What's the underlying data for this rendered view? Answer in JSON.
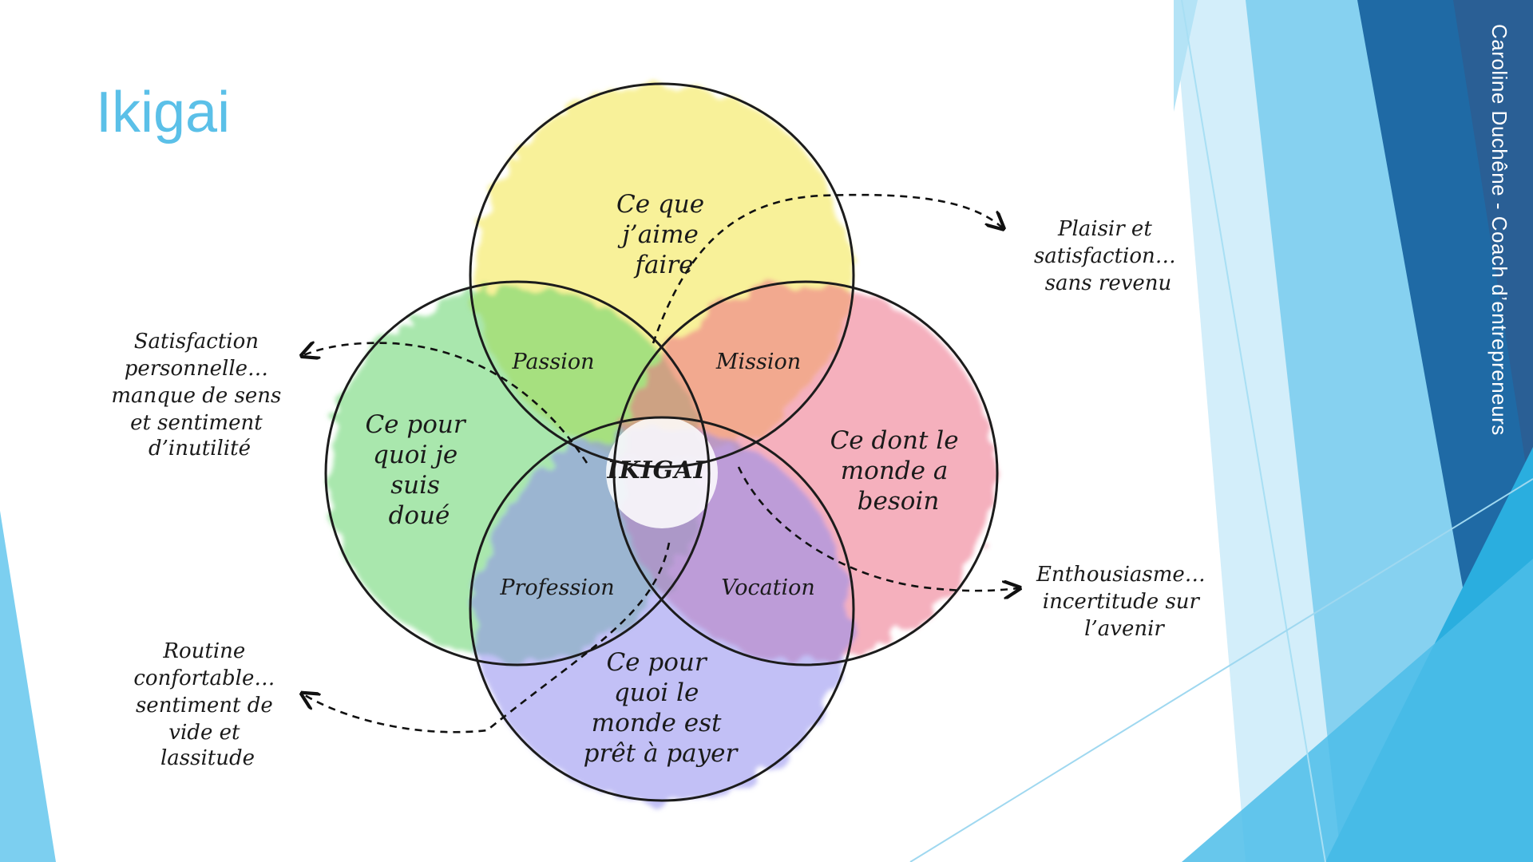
{
  "slide": {
    "title": "Ikigai",
    "author": "Caroline Duchêne - Coach d’entrepreneurs"
  },
  "colors": {
    "title": "#5bc0e8",
    "yellow": "#f4e857",
    "green": "#63d36a",
    "red": "#ec6f86",
    "blue": "#8f8cee",
    "accent_dark": "#1e6aa3",
    "accent_light": "#7ed1f0"
  },
  "diagram": {
    "circles": {
      "top": [
        "Ce que",
        "j’aime",
        "faire"
      ],
      "left": [
        "Ce pour",
        "quoi je",
        "suis",
        "doué"
      ],
      "right": [
        "Ce dont le",
        "monde a",
        "besoin"
      ],
      "bottom": [
        "Ce pour",
        "quoi le",
        "monde est",
        "prêt à payer"
      ]
    },
    "overlaps": {
      "passion": "Passion",
      "mission": "Mission",
      "profession": "Profession",
      "vocation": "Vocation",
      "center": "IKIGAI"
    },
    "notes": {
      "top_right": [
        "Plaisir et",
        "satisfaction…",
        "sans  revenu"
      ],
      "left": [
        "Satisfaction",
        "personnelle…",
        "manque de sens",
        "et sentiment",
        "d’inutilité"
      ],
      "bottom_right": [
        "Enthousiasme…",
        "incertitude sur",
        "l’avenir"
      ],
      "bottom_left": [
        "Routine",
        "confortable…",
        "sentiment de",
        "vide et",
        "lassitude"
      ]
    }
  }
}
